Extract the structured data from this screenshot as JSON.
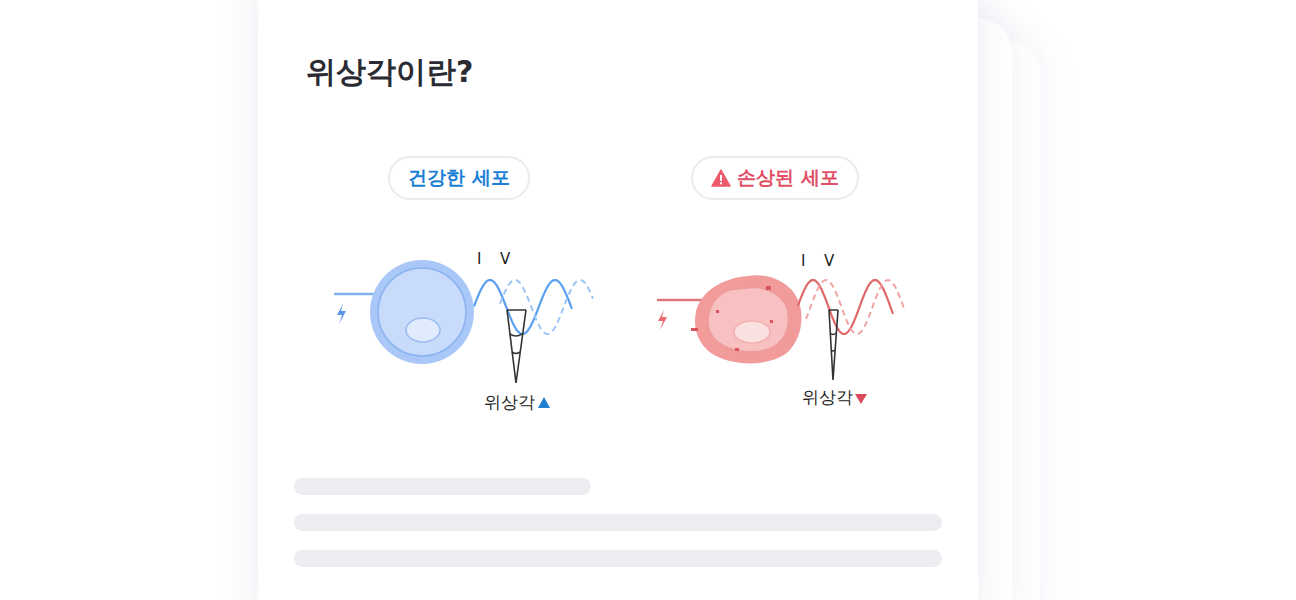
{
  "diagram": {
    "title": "위상각이란?",
    "nodes": [
      {
        "text": [
          "건강한 세포"
        ]
      },
      {
        "text": [
          "손상된 세포"
        ]
      }
    ],
    "labels": [
      "I",
      "V",
      "위상각",
      "I",
      "V",
      "위상각"
    ]
  }
}
